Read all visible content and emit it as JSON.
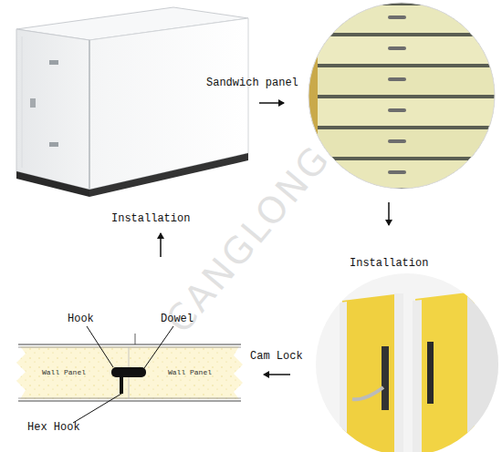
{
  "diagram": {
    "nodes": [
      {
        "text": [
          "Wall Panel"
        ]
      },
      {
        "text": [
          "Wall Panel"
        ]
      }
    ],
    "labels": [
      "Sandwich panel",
      "Installation",
      "Installation",
      "Cam Lock",
      "Hook",
      "Dowel",
      "Hex Hook",
      "CANGLONG"
    ]
  }
}
